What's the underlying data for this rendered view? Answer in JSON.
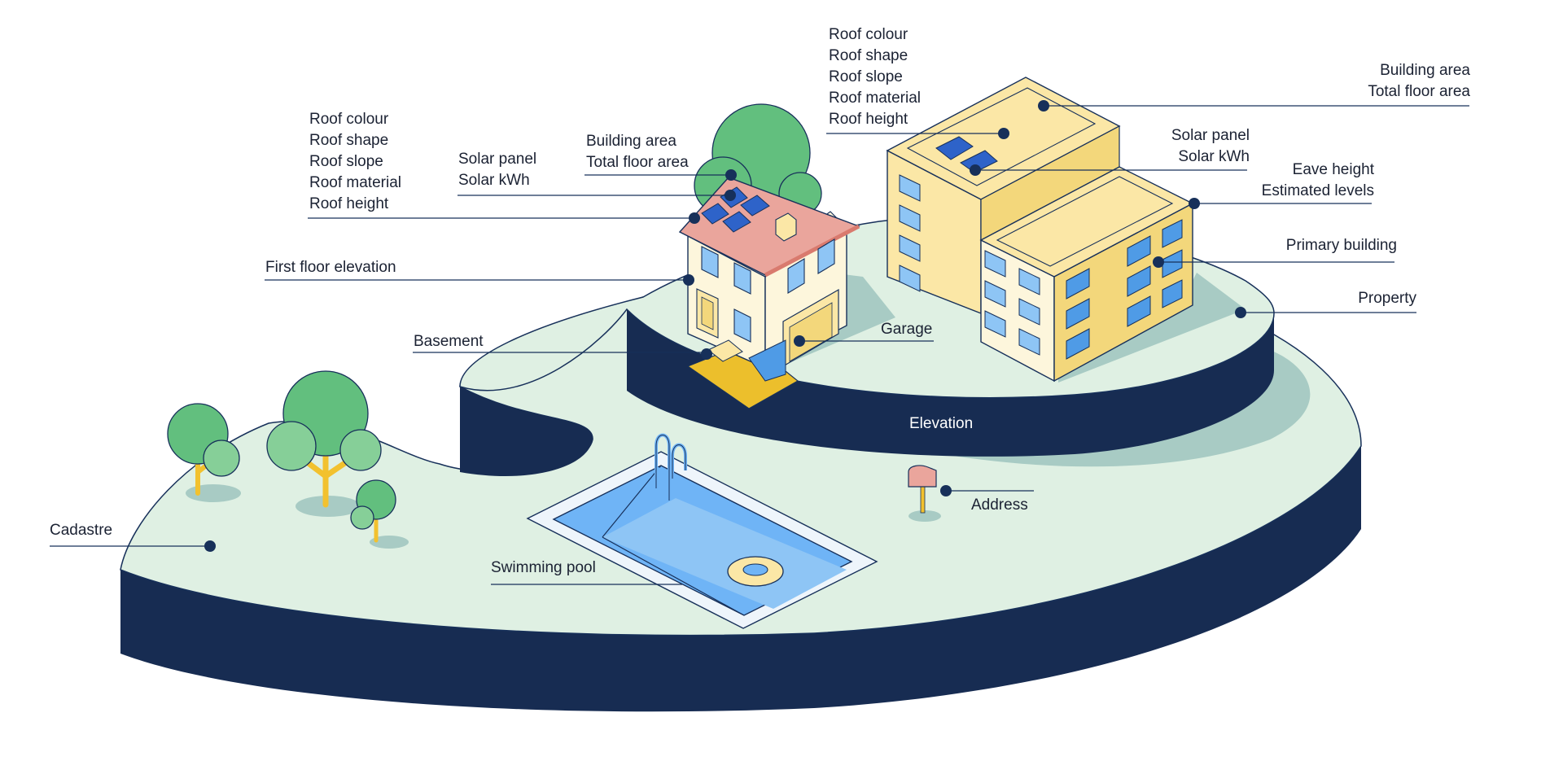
{
  "diagram": {
    "house_roof": [
      "Roof colour",
      "Roof shape",
      "Roof slope",
      "Roof material",
      "Roof height"
    ],
    "house_solar": [
      "Solar panel",
      "Solar kWh"
    ],
    "house_area": [
      "Building area",
      "Total floor area"
    ],
    "first_floor": "First floor elevation",
    "basement": "Basement",
    "garage": "Garage",
    "elevation": "Elevation",
    "cadastre": "Cadastre",
    "swimming_pool": "Swimming pool",
    "address": "Address",
    "apt_roof": [
      "Roof colour",
      "Roof shape",
      "Roof slope",
      "Roof material",
      "Roof height"
    ],
    "apt_area": [
      "Building area",
      "Total floor area"
    ],
    "apt_solar": [
      "Solar panel",
      "Solar kWh"
    ],
    "eave": [
      "Eave height",
      "Estimated levels"
    ],
    "primary_building": "Primary building",
    "property": "Property",
    "colors": {
      "navy": "#172c52",
      "ground": "#dff0e3",
      "shadow": "#a8cbc4",
      "tree": "#62bf7e",
      "tree_light": "#86cf98",
      "trunk": "#f2c12e",
      "house_wall": "#fdf6dc",
      "roof": "#eaa59c",
      "roof_dark": "#d97a6e",
      "building": "#fbe7a6",
      "building_dark": "#f3d77b",
      "window": "#8ec5f5",
      "window_dark": "#4f9be6",
      "solar": "#2e63c9",
      "pool_water": "#6fb4f6",
      "pool_rim": "#eef5fb",
      "basement_floor": "#ecbf2c"
    }
  }
}
